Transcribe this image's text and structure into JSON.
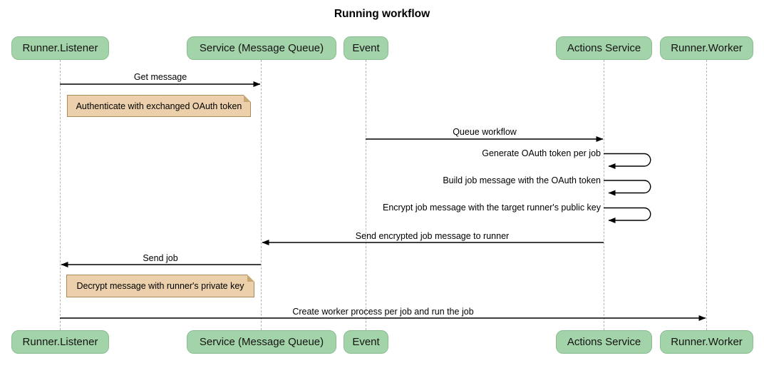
{
  "title": "Running workflow",
  "diagram_type": "sequence",
  "actors": [
    {
      "label": "Runner.Listener"
    },
    {
      "label": "Service (Message Queue)"
    },
    {
      "label": "Event"
    },
    {
      "label": "Actions Service"
    },
    {
      "label": "Runner.Worker"
    }
  ],
  "messages": [
    {
      "label": "Get message",
      "from": "Runner.Listener",
      "to": "Service (Message Queue)",
      "kind": "arrow"
    },
    {
      "label": "Queue workflow",
      "from": "Event",
      "to": "Actions Service",
      "kind": "arrow"
    },
    {
      "label": "Generate OAuth token per job",
      "from": "Actions Service",
      "to": "Actions Service",
      "kind": "self-loop"
    },
    {
      "label": "Build job message with the OAuth token",
      "from": "Actions Service",
      "to": "Actions Service",
      "kind": "self-loop"
    },
    {
      "label": "Encrypt job message with the target runner's public key",
      "from": "Actions Service",
      "to": "Actions Service",
      "kind": "self-loop"
    },
    {
      "label": "Send encrypted job message to runner",
      "from": "Actions Service",
      "to": "Service (Message Queue)",
      "kind": "arrow"
    },
    {
      "label": "Send job",
      "from": "Service (Message Queue)",
      "to": "Runner.Listener",
      "kind": "arrow"
    },
    {
      "label": "Create worker process per job and run the job",
      "from": "Runner.Listener",
      "to": "Runner.Worker",
      "kind": "arrow"
    }
  ],
  "notes": [
    {
      "text": "Authenticate with exchanged OAuth token",
      "anchor": "Runner.Listener"
    },
    {
      "text": "Decrypt message with runner's private key",
      "anchor": "Runner.Listener"
    }
  ],
  "colors": {
    "background": "#ffffff",
    "actor_fill": "#a3d3a8",
    "actor_border": "#8abd92",
    "note_fill": "#ecd0ac",
    "note_border": "#aa8a5b",
    "lifeline": "#b4b4b4",
    "arrow": "#000000",
    "text": "#000000"
  }
}
